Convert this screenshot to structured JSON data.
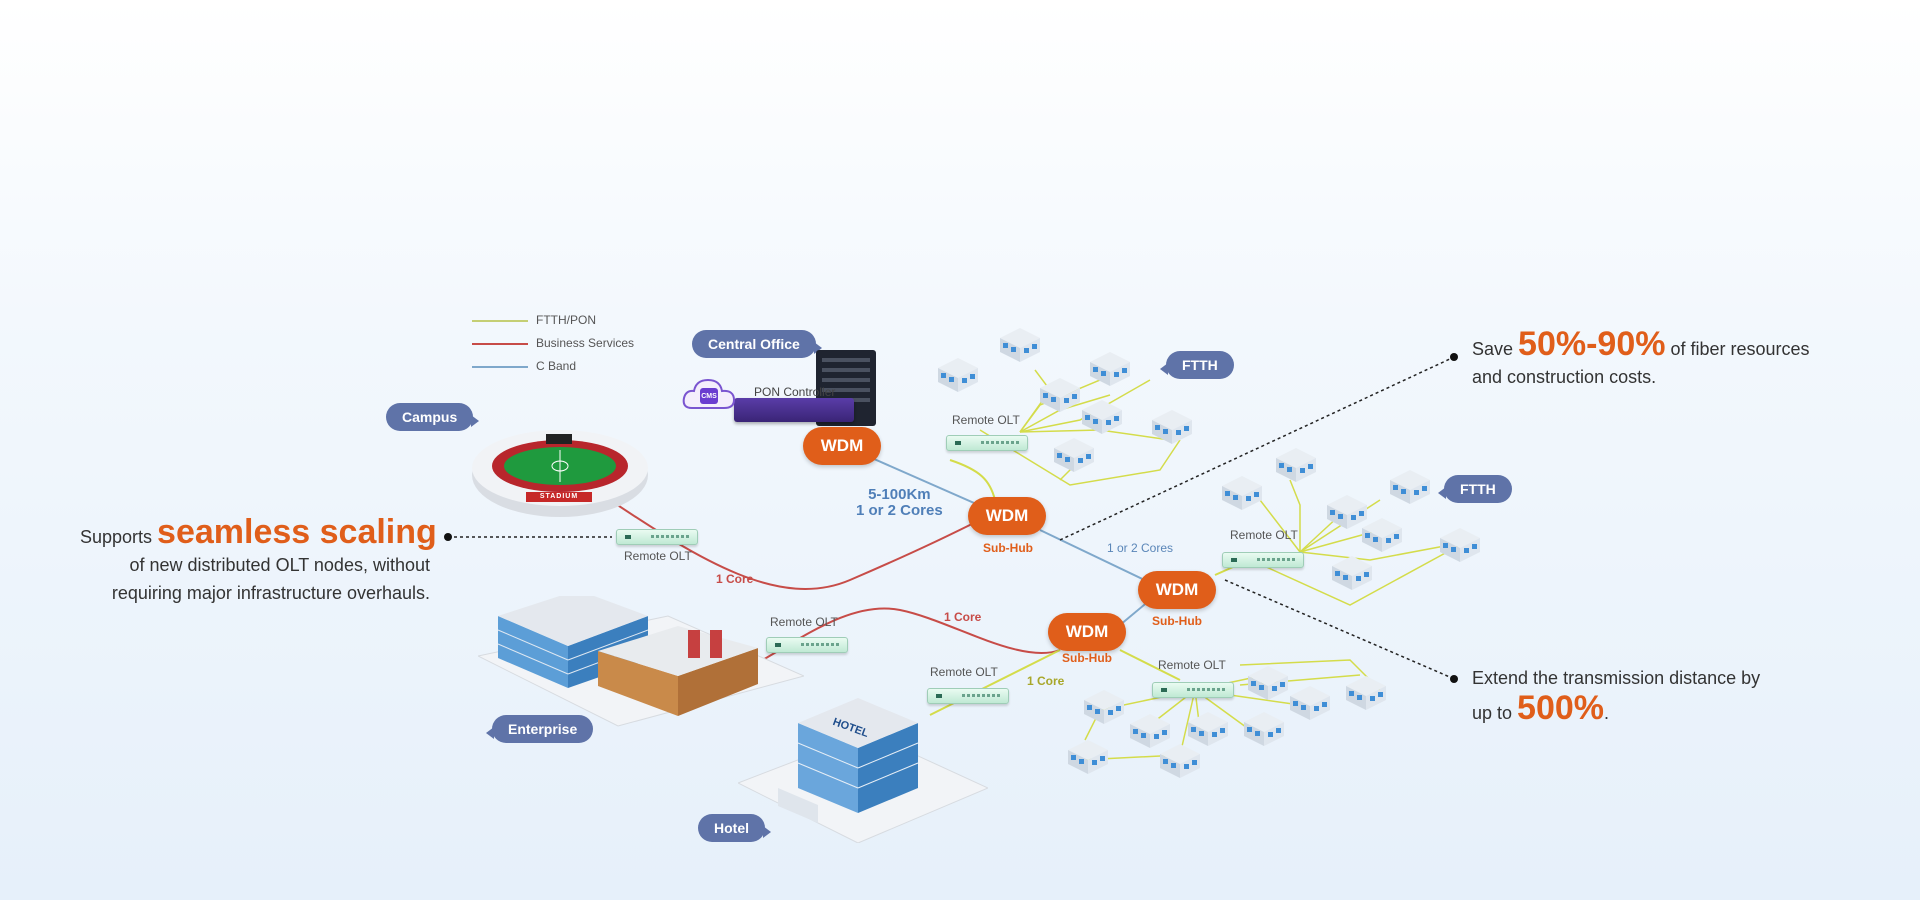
{
  "legend": [
    {
      "label": "FTTH/PON",
      "color": "#c5cf74"
    },
    {
      "label": "Business Services",
      "color": "#c74c48"
    },
    {
      "label": "C Band",
      "color": "#7fa8cb"
    }
  ],
  "tags": {
    "central_office": "Central Office",
    "campus": "Campus",
    "enterprise": "Enterprise",
    "hotel": "Hotel",
    "ftth_1": "FTTH",
    "ftth_2": "FTTH"
  },
  "pon_controller": "PON Controller",
  "cloud_badge": "CMS",
  "wdm_label": "WDM",
  "sub_hub": "Sub-Hub",
  "remote_olt": "Remote OLT",
  "distance": {
    "line1": "5-100Km",
    "line2": "1 or 2 Cores"
  },
  "cores_blue": "1 or 2 Cores",
  "one_core": "1 Core",
  "stadium_sign": "STADIUM",
  "hotel_sign": "HOTEL",
  "left_text": {
    "prefix": "Supports ",
    "highlight": "seamless scaling",
    "line2": "of new distributed OLT nodes, without",
    "line3": "requiring major infrastructure overhauls."
  },
  "right_top": {
    "prefix": "Save ",
    "highlight": "50%-90%",
    "suffix": " of fiber resources",
    "line2": "and construction costs."
  },
  "right_bottom": {
    "line1": "Extend the transmission distance by",
    "prefix": "up to ",
    "highlight": "500%",
    "suffix": "."
  },
  "colors": {
    "accent": "#e05e1a",
    "tag": "#5f73a8",
    "ftth": "#d4dc4a",
    "business": "#c74c48",
    "cband": "#7fa8cb"
  }
}
